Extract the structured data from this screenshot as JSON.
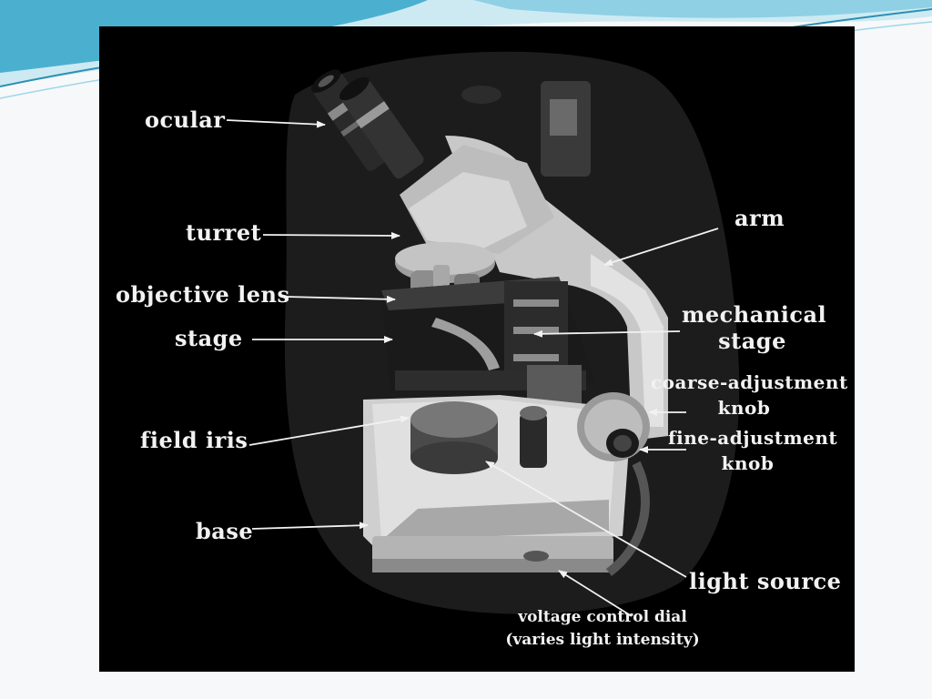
{
  "labels": {
    "ocular": "ocular",
    "turret": "turret",
    "objective_lens": "objective lens",
    "stage": "stage",
    "field_iris": "field iris",
    "base": "base",
    "arm": "arm",
    "mechanical_stage_line1": "mechanical",
    "mechanical_stage_line2": "stage",
    "coarse_line1": "coarse-adjustment",
    "coarse_line2": "knob",
    "fine_line1": "fine-adjustment",
    "fine_line2": "knob",
    "light_source": "light source",
    "voltage_line1": "voltage control dial",
    "voltage_line2": "(varies light intensity)"
  },
  "colors": {
    "label_text": "#f2f2f2",
    "figure_background": "#000000",
    "wave_primary": "#35a3c8",
    "wave_light": "#bfe6f2"
  }
}
